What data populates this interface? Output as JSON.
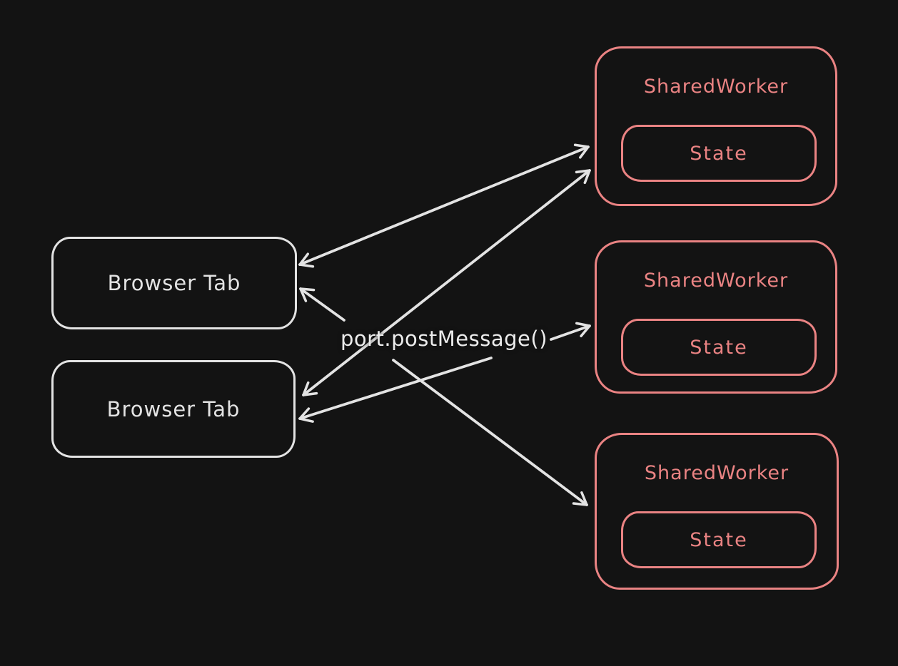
{
  "diagram": {
    "colors": {
      "background": "#131313",
      "stroke_light": "#e3e3e3",
      "accent": "#ea8383"
    },
    "center_label": "port.postMessage()",
    "browser_tabs": [
      {
        "label": "Browser Tab"
      },
      {
        "label": "Browser Tab"
      }
    ],
    "workers": [
      {
        "title": "SharedWorker",
        "state_label": "State"
      },
      {
        "title": "SharedWorker",
        "state_label": "State"
      },
      {
        "title": "SharedWorker",
        "state_label": "State"
      }
    ]
  }
}
